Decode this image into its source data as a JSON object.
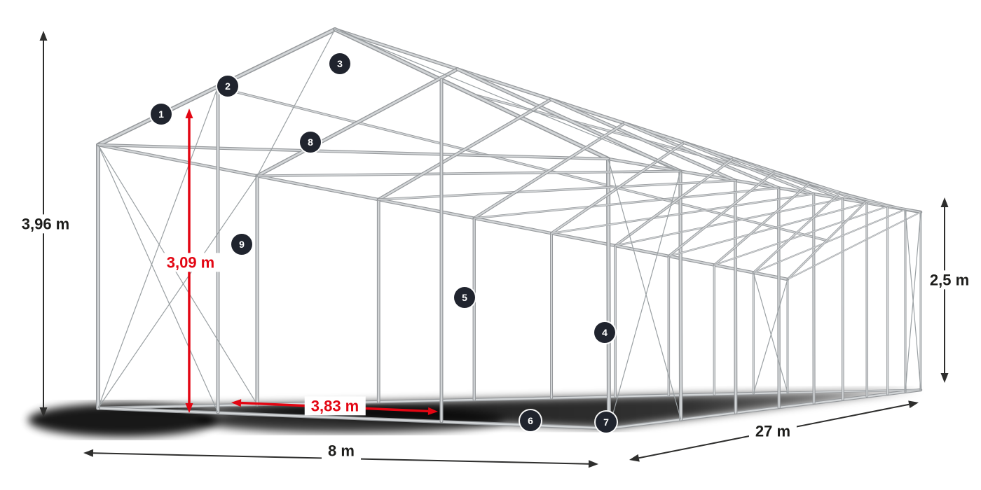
{
  "diagram": {
    "type": "tent-frame-construction-diagram",
    "labels": {
      "total_height": "3,96 m",
      "inner_height": "3,09 m",
      "inner_width": "3,83 m",
      "width": "8 m",
      "length": "27 m",
      "side_height": "2,5 m"
    },
    "markers": [
      {
        "label": "1"
      },
      {
        "label": "2"
      },
      {
        "label": "3"
      },
      {
        "label": "4"
      },
      {
        "label": "5"
      },
      {
        "label": "6"
      },
      {
        "label": "7"
      },
      {
        "label": "8"
      },
      {
        "label": "9"
      }
    ],
    "colors": {
      "background": "#ffffff",
      "dimension_red": "#e30613",
      "dimension_black": "#2e2e2d",
      "ink": "#1d1d1b",
      "frame_gray": "#d2d5d7",
      "frame_gray_dark": "#96999c",
      "cable_gray": "#9aa0a3",
      "badge_bg": "#20242e",
      "badge_text": "#ffffff"
    }
  }
}
